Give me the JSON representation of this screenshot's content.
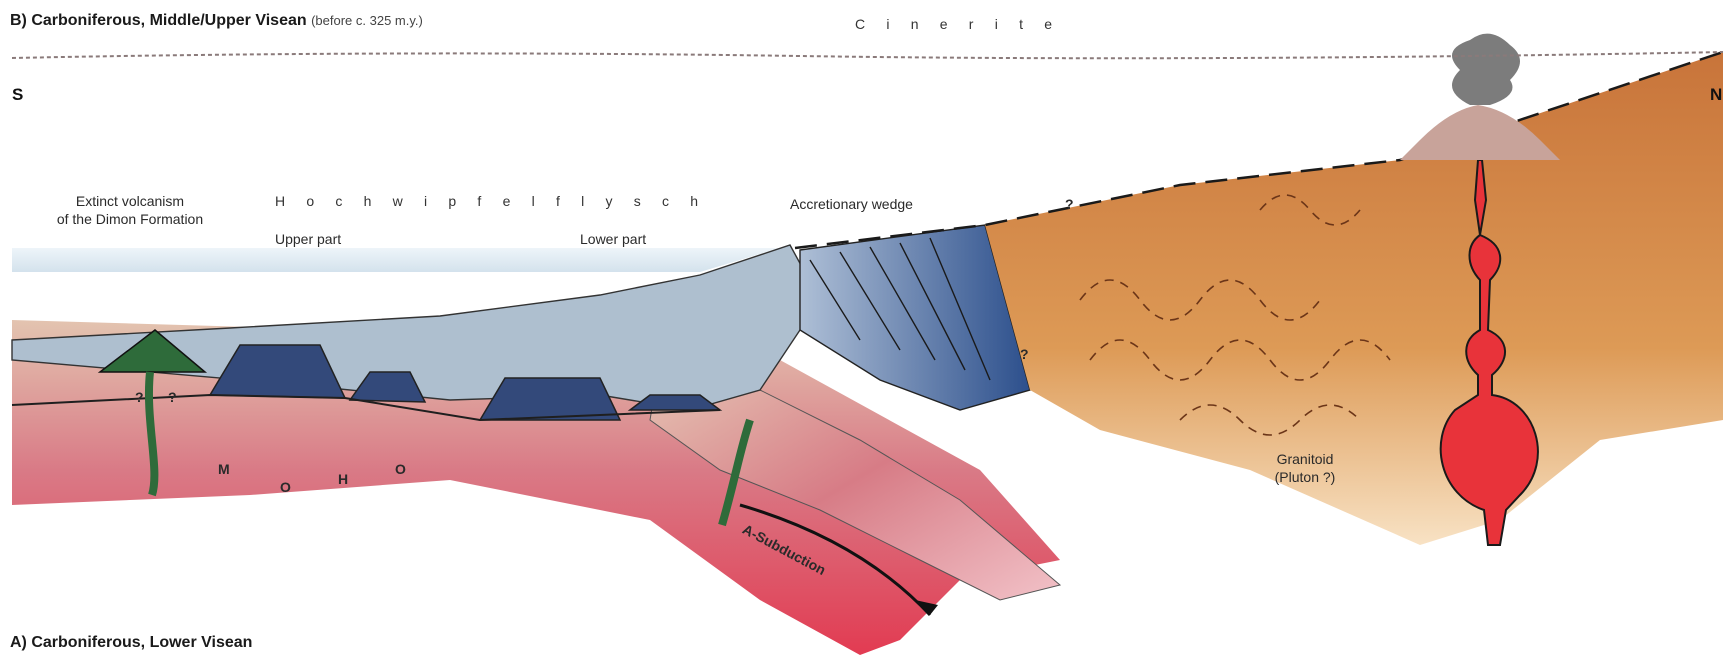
{
  "title": {
    "main": "B) Carboniferous, Middle/Upper Visean",
    "sub": "(before c. 325 m.y.)"
  },
  "compass": {
    "left": "S",
    "right": "N"
  },
  "labels": {
    "cinerite": "C i n e r i t e",
    "extinct_volcanism_line1": "Extinct volcanism",
    "extinct_volcanism_line2": "of the Dimon Formation",
    "flysch": "H o c h w i p f e l   f l y s c h",
    "upper_part": "Upper part",
    "lower_part": "Lower part",
    "accretionary_wedge": "Accretionary wedge",
    "granitoid_line1": "Granitoid",
    "granitoid_line2": "(Pluton ?)",
    "moho": [
      "M",
      "O",
      "H",
      "O"
    ],
    "subduction": "A-Subduction",
    "question": "?"
  },
  "next_panel_title": "A) Carboniferous, Lower Visean",
  "colors": {
    "crust_orange": "#d98a4a",
    "magma_red": "#e8333a",
    "dike_green": "#3b6a3f",
    "flysch_blue": "#2f5c9e",
    "mantle_red": "#d84a5c",
    "sea": "#d8e8f2"
  }
}
